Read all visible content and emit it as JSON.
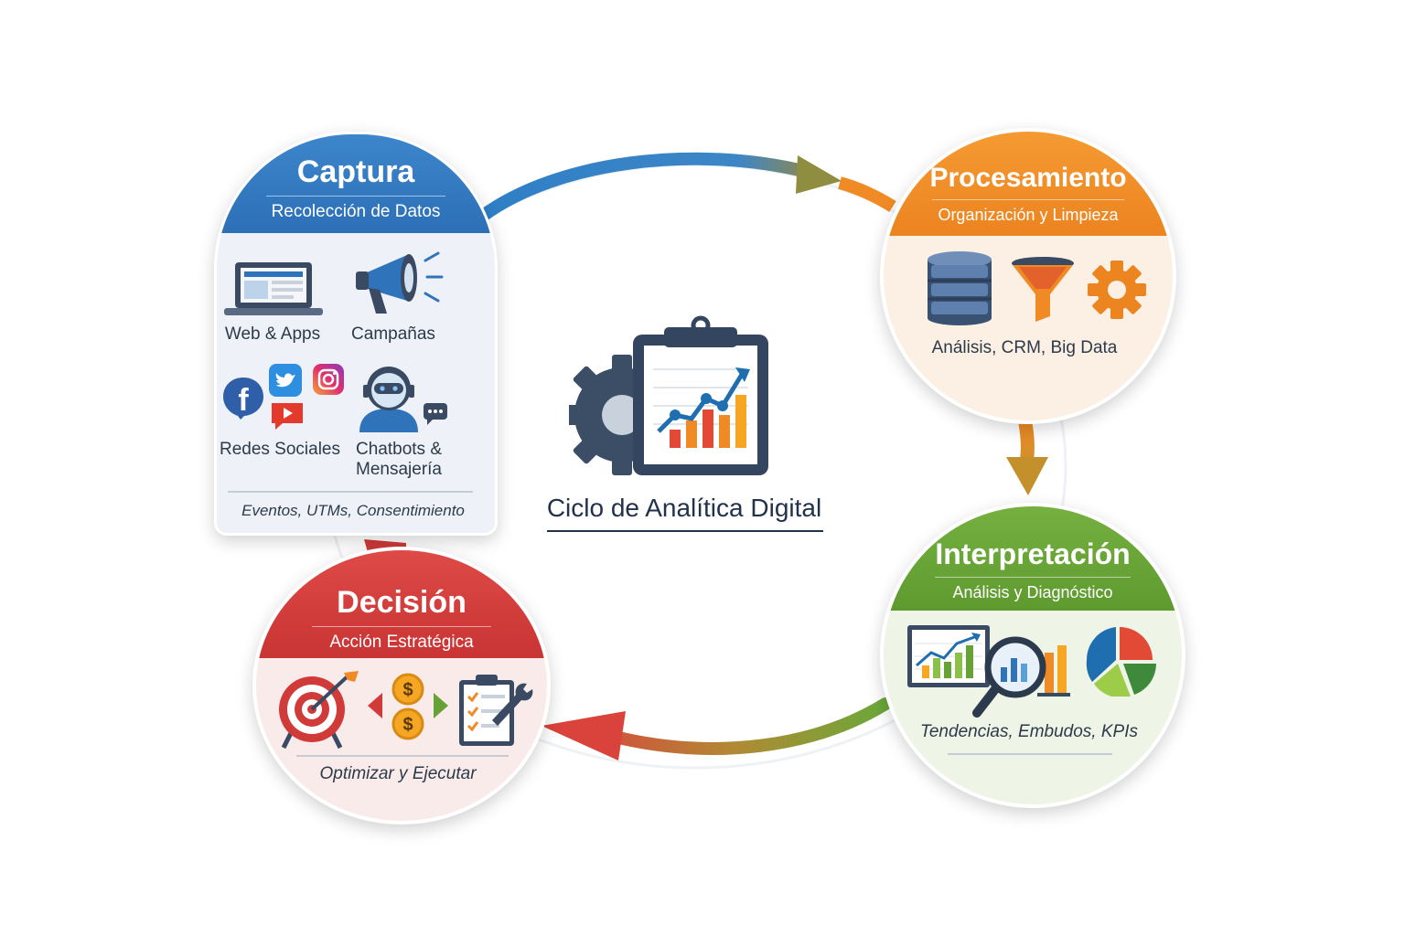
{
  "center": {
    "title": "Ciclo de Analítica Digital"
  },
  "stages": {
    "captura": {
      "title": "Captura",
      "subtitle": "Recolección de Datos",
      "items": [
        "Web & Apps",
        "Campañas",
        "Redes Sociales",
        "Chatbots &",
        "Mensajería"
      ],
      "footer": "Eventos, UTMs, Consentimiento",
      "color": "#2f73ba"
    },
    "procesamiento": {
      "title": "Procesamiento",
      "subtitle": "Organización y Limpieza",
      "caption": "Análisis, CRM, Big Data",
      "color": "#f08a24"
    },
    "interpretacion": {
      "title": "Interpretación",
      "subtitle": "Análisis y Diagnóstico",
      "caption": "Tendencias, Embudos, KPIs",
      "color": "#66a235"
    },
    "decision": {
      "title": "Decisión",
      "subtitle": "Acción Estratégica",
      "caption": "Optimizar y Ejecutar",
      "color": "#d03a38"
    }
  },
  "icons": [
    "laptop-icon",
    "megaphone-icon",
    "facebook-icon",
    "twitter-icon",
    "instagram-icon",
    "youtube-icon",
    "chatbot-icon",
    "database-icon",
    "funnel-icon",
    "gear-icon",
    "chart-board-icon",
    "magnifier-icon",
    "pie-chart-icon",
    "target-icon",
    "money-exchange-icon",
    "checklist-icon",
    "clipboard-chart-icon"
  ]
}
